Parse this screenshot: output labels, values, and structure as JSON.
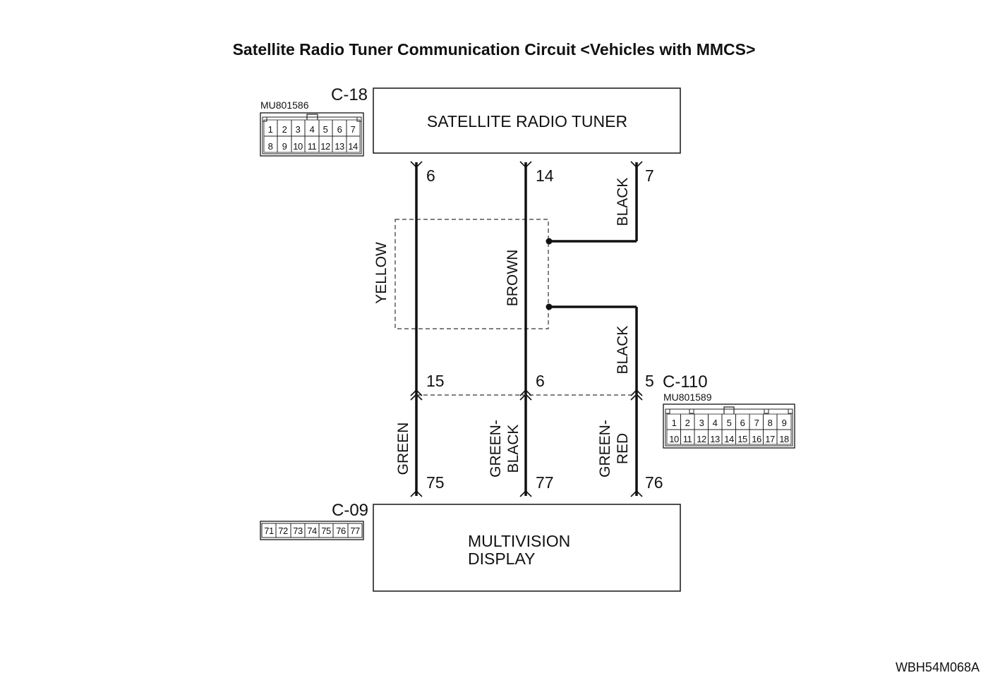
{
  "title": "Satellite Radio Tuner Communication Circuit <Vehicles with MMCS>",
  "figure_code": "WBH54M068A",
  "components": {
    "tuner": {
      "label": "SATELLITE RADIO TUNER",
      "connector": "C-18",
      "part_number": "MU801586"
    },
    "display": {
      "label_line1": "MULTIVISION",
      "label_line2": "DISPLAY",
      "connector": "C-09"
    },
    "junction": {
      "connector": "C-110",
      "part_number": "MU801589"
    }
  },
  "connector_pins": {
    "c18_top": [
      "1",
      "2",
      "3",
      "4",
      "5",
      "6",
      "7"
    ],
    "c18_bottom": [
      "8",
      "9",
      "10",
      "11",
      "12",
      "13",
      "14"
    ],
    "c110_top": [
      "1",
      "2",
      "3",
      "4",
      "5",
      "6",
      "7",
      "8",
      "9"
    ],
    "c110_bottom": [
      "10",
      "11",
      "12",
      "13",
      "14",
      "15",
      "16",
      "17",
      "18"
    ],
    "c09": [
      "71",
      "72",
      "73",
      "74",
      "75",
      "76",
      "77"
    ]
  },
  "wires": [
    {
      "tuner_pin": "6",
      "upper_color": "YELLOW",
      "junction_pin": "15",
      "lower_color": "GREEN",
      "display_pin": "75"
    },
    {
      "tuner_pin": "14",
      "upper_color": "BROWN",
      "junction_pin": "6",
      "lower_color_line1": "GREEN-",
      "lower_color_line2": "BLACK",
      "display_pin": "77"
    },
    {
      "tuner_pin": "7",
      "upper_color": "BLACK",
      "shield_color": "BLACK",
      "junction_pin": "5",
      "lower_color_line1": "GREEN-",
      "lower_color_line2": "RED",
      "display_pin": "76"
    }
  ]
}
